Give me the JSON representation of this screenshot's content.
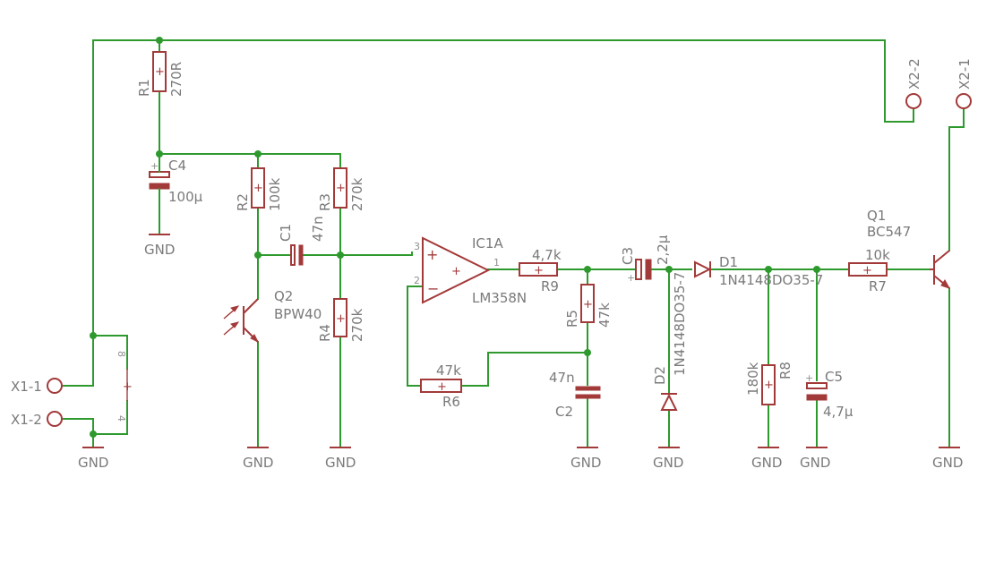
{
  "connectors": {
    "x1_1": "X1-1",
    "x1_2": "X1-2",
    "x2_1": "X2-1",
    "x2_2": "X2-2",
    "x1_pin8": "8",
    "x1_pin4": "4"
  },
  "gnd_label": "GND",
  "components": {
    "R1": {
      "name": "R1",
      "value": "270R"
    },
    "R2": {
      "name": "R2",
      "value": "100k"
    },
    "R3": {
      "name": "R3",
      "value": "270k"
    },
    "R4": {
      "name": "R4",
      "value": "270k"
    },
    "R5": {
      "name": "R5",
      "value": "47k"
    },
    "R6": {
      "name": "R6",
      "value": "47k"
    },
    "R7": {
      "name": "R7",
      "value": "10k"
    },
    "R8": {
      "name": "R8",
      "value": "180k"
    },
    "R9": {
      "name": "R9",
      "value": "4,7k"
    },
    "C1": {
      "name": "C1",
      "value": "47n"
    },
    "C2": {
      "name": "C2",
      "value": "47n"
    },
    "C3": {
      "name": "C3",
      "value": "2,2µ"
    },
    "C4": {
      "name": "C4",
      "value": "100µ"
    },
    "C5": {
      "name": "C5",
      "value": "4,7µ"
    },
    "D1": {
      "name": "D1",
      "value": "1N4148DO35-7"
    },
    "D2": {
      "name": "D2",
      "value": "1N4148DO35-7"
    },
    "Q1": {
      "name": "Q1",
      "value": "BC547"
    },
    "Q2": {
      "name": "Q2",
      "value": "BPW40"
    },
    "IC1A": {
      "name": "IC1A",
      "value": "LM358N",
      "pin_plus": "3",
      "pin_minus": "2",
      "pin_out": "1"
    }
  },
  "colors": {
    "wire": "#2e9a2e",
    "symbol": "#a33a3a",
    "label": "#7a7a7a"
  }
}
